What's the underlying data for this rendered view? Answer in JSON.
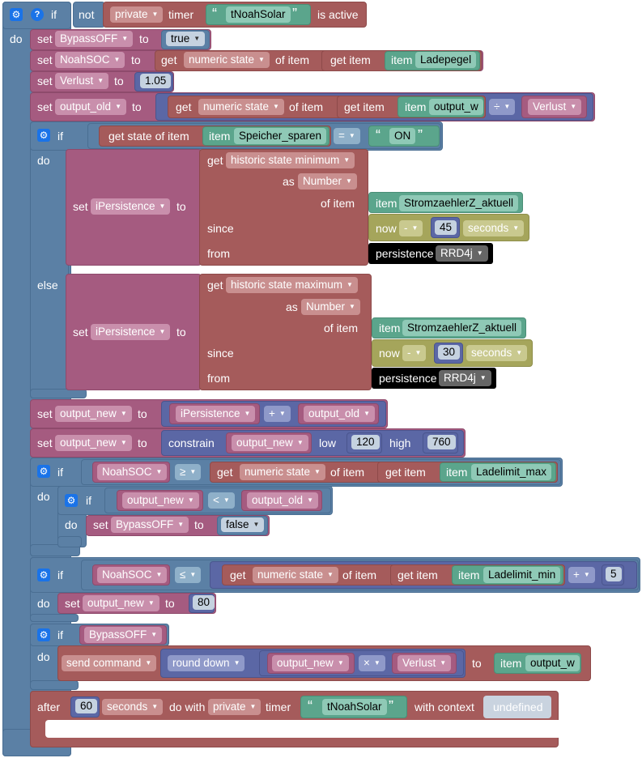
{
  "kw": {
    "if": "if",
    "do": "do",
    "else": "else",
    "not": "not",
    "timer": "timer",
    "is_active": "is active",
    "set": "set",
    "to": "to",
    "get": "get",
    "of_item": "of item",
    "get_item": "get item",
    "item": "item",
    "get_state_of_item": "get state of item",
    "as": "as",
    "since": "since",
    "from": "from",
    "now": "now",
    "persistence": "persistence",
    "constrain": "constrain",
    "low": "low",
    "high": "high",
    "send_command": "send command",
    "round_down": "round down",
    "after": "after",
    "do_with": "do with",
    "with_context": "with context",
    "help": "?"
  },
  "values": {
    "private": "private",
    "tNoahSolar": "tNoahSolar",
    "BypassOFF": "BypassOFF",
    "true": "true",
    "false": "false",
    "NoahSOC": "NoahSOC",
    "numeric_state": "numeric state",
    "Ladepegel": "Ladepegel",
    "Verlust": "Verlust",
    "v105": "1.05",
    "output_old": "output_old",
    "output_w": "output_w",
    "div": "÷",
    "Speicher_sparen": "Speicher_sparen",
    "eq": "=",
    "ON": "ON",
    "iPersistence": "iPersistence",
    "hist_min": "historic state minimum",
    "hist_max": "historic state maximum",
    "Number": "Number",
    "StromzaehlerZ_aktuell": "StromzaehlerZ_aktuell",
    "StromzaehlerZ_aktuell2": "StromzaehlerZ_aktuell",
    "minus": "-",
    "n45": "45",
    "n30": "30",
    "seconds": "seconds",
    "RRD4j": "RRD4j",
    "output_new": "output_new",
    "plus": "+",
    "n120": "120",
    "n760": "760",
    "ge": "≥",
    "Ladelimit_max": "Ladelimit_max",
    "lt": "<",
    "le": "≤",
    "Ladelimit_min": "Ladelimit_min",
    "n5": "5",
    "n80": "80",
    "times": "×",
    "n60": "60",
    "undefined": "undefined",
    "quote_open": "“",
    "quote_close": "”"
  },
  "colors": {
    "control": "#5b80a5",
    "variable": "#a55b80",
    "openhab": "#a55b5b",
    "item": "#5ba58c",
    "math": "#5b67a5",
    "time": "#a5a55b",
    "persistence": "#000000",
    "gear": "#1a73e8"
  },
  "icons": {
    "gear": "gear-icon",
    "help": "help-icon",
    "dropdown": "dropdown-arrow-icon"
  }
}
